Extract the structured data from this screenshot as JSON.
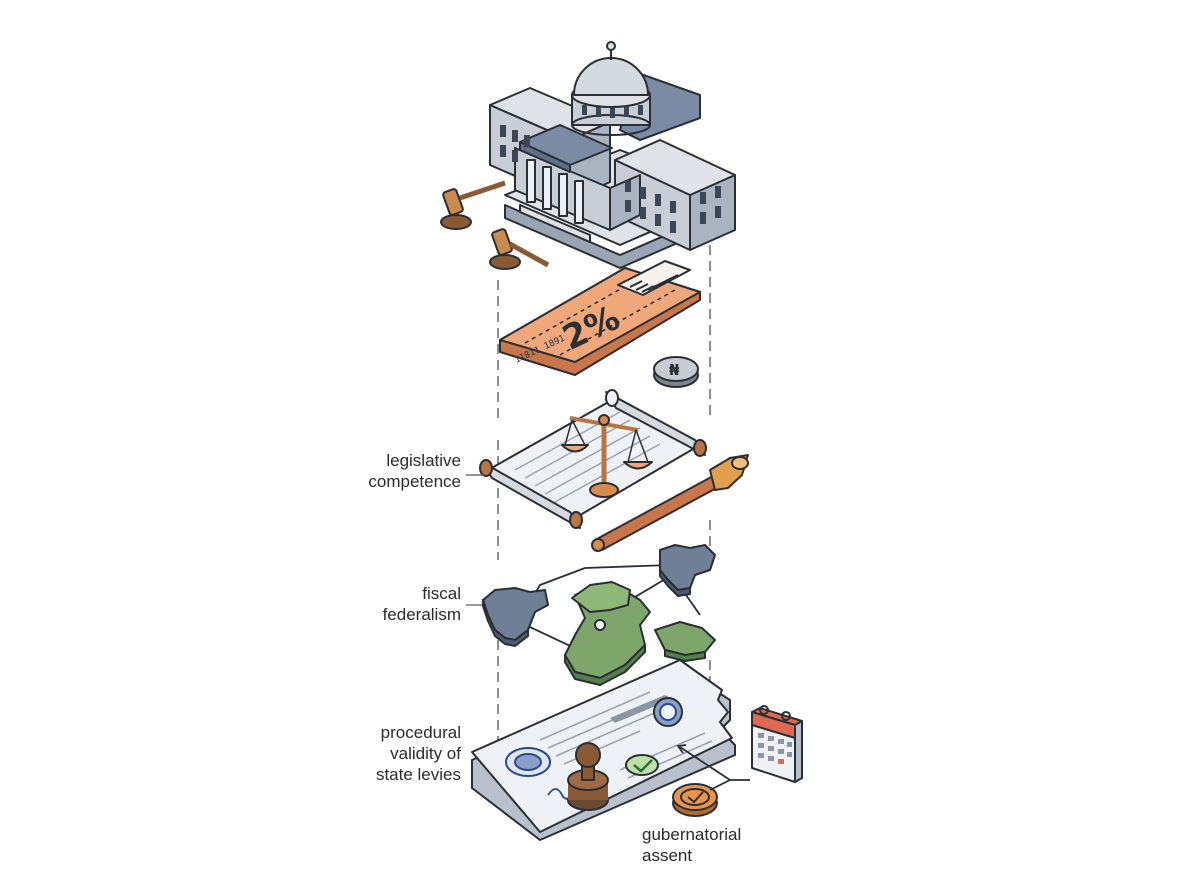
{
  "labels": {
    "legislative_competence": [
      "legislative",
      "competence"
    ],
    "fiscal_federalism": [
      "fiscal",
      "federalism"
    ],
    "procedural_validity": [
      "procedural",
      "validity of",
      "state levies"
    ],
    "gubernatorial_assent": [
      "gubernatorial",
      "assent"
    ]
  },
  "ticket": {
    "percent": "2%",
    "code": "11811 1891"
  },
  "coin_symbol": "₦",
  "colors": {
    "outline": "#2a2f36",
    "building": "#c9ced6",
    "roof": "#7a8ba3",
    "ticket": "#f0a77a",
    "wood": "#b9743f",
    "brass": "#d98c4a",
    "map_green": "#7ea66a",
    "map_blue": "#6f7f95",
    "paper": "#eef1f5",
    "calendar_red": "#e06a4f"
  }
}
